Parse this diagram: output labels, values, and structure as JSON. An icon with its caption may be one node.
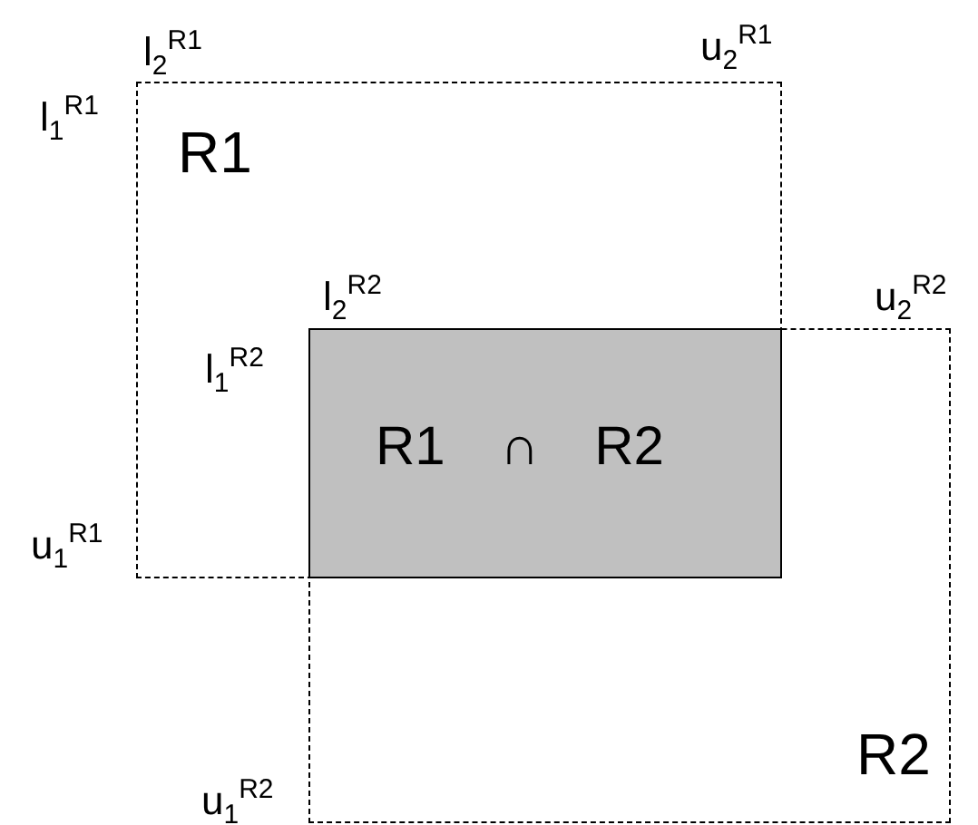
{
  "diagram": {
    "nodes": [
      {
        "text": [
          "R1"
        ],
        "beside": [
          "l$_{2}$$^{R1}$",
          "u$_{2}$$^{R1}$",
          "l$_{1}$$^{R1}$",
          "u$_{1}$$^{R1}$"
        ]
      },
      {
        "text": [
          "R2"
        ],
        "beside": [
          "l$_{2}$$^{R2}$",
          "u$_{2}$$^{R2}$",
          "u$_{1}$$^{R2}$"
        ]
      },
      {
        "text": [
          "R1 ∩ R2"
        ]
      }
    ],
    "labels": [
      "l$_{1}$$^{R2}$"
    ]
  }
}
